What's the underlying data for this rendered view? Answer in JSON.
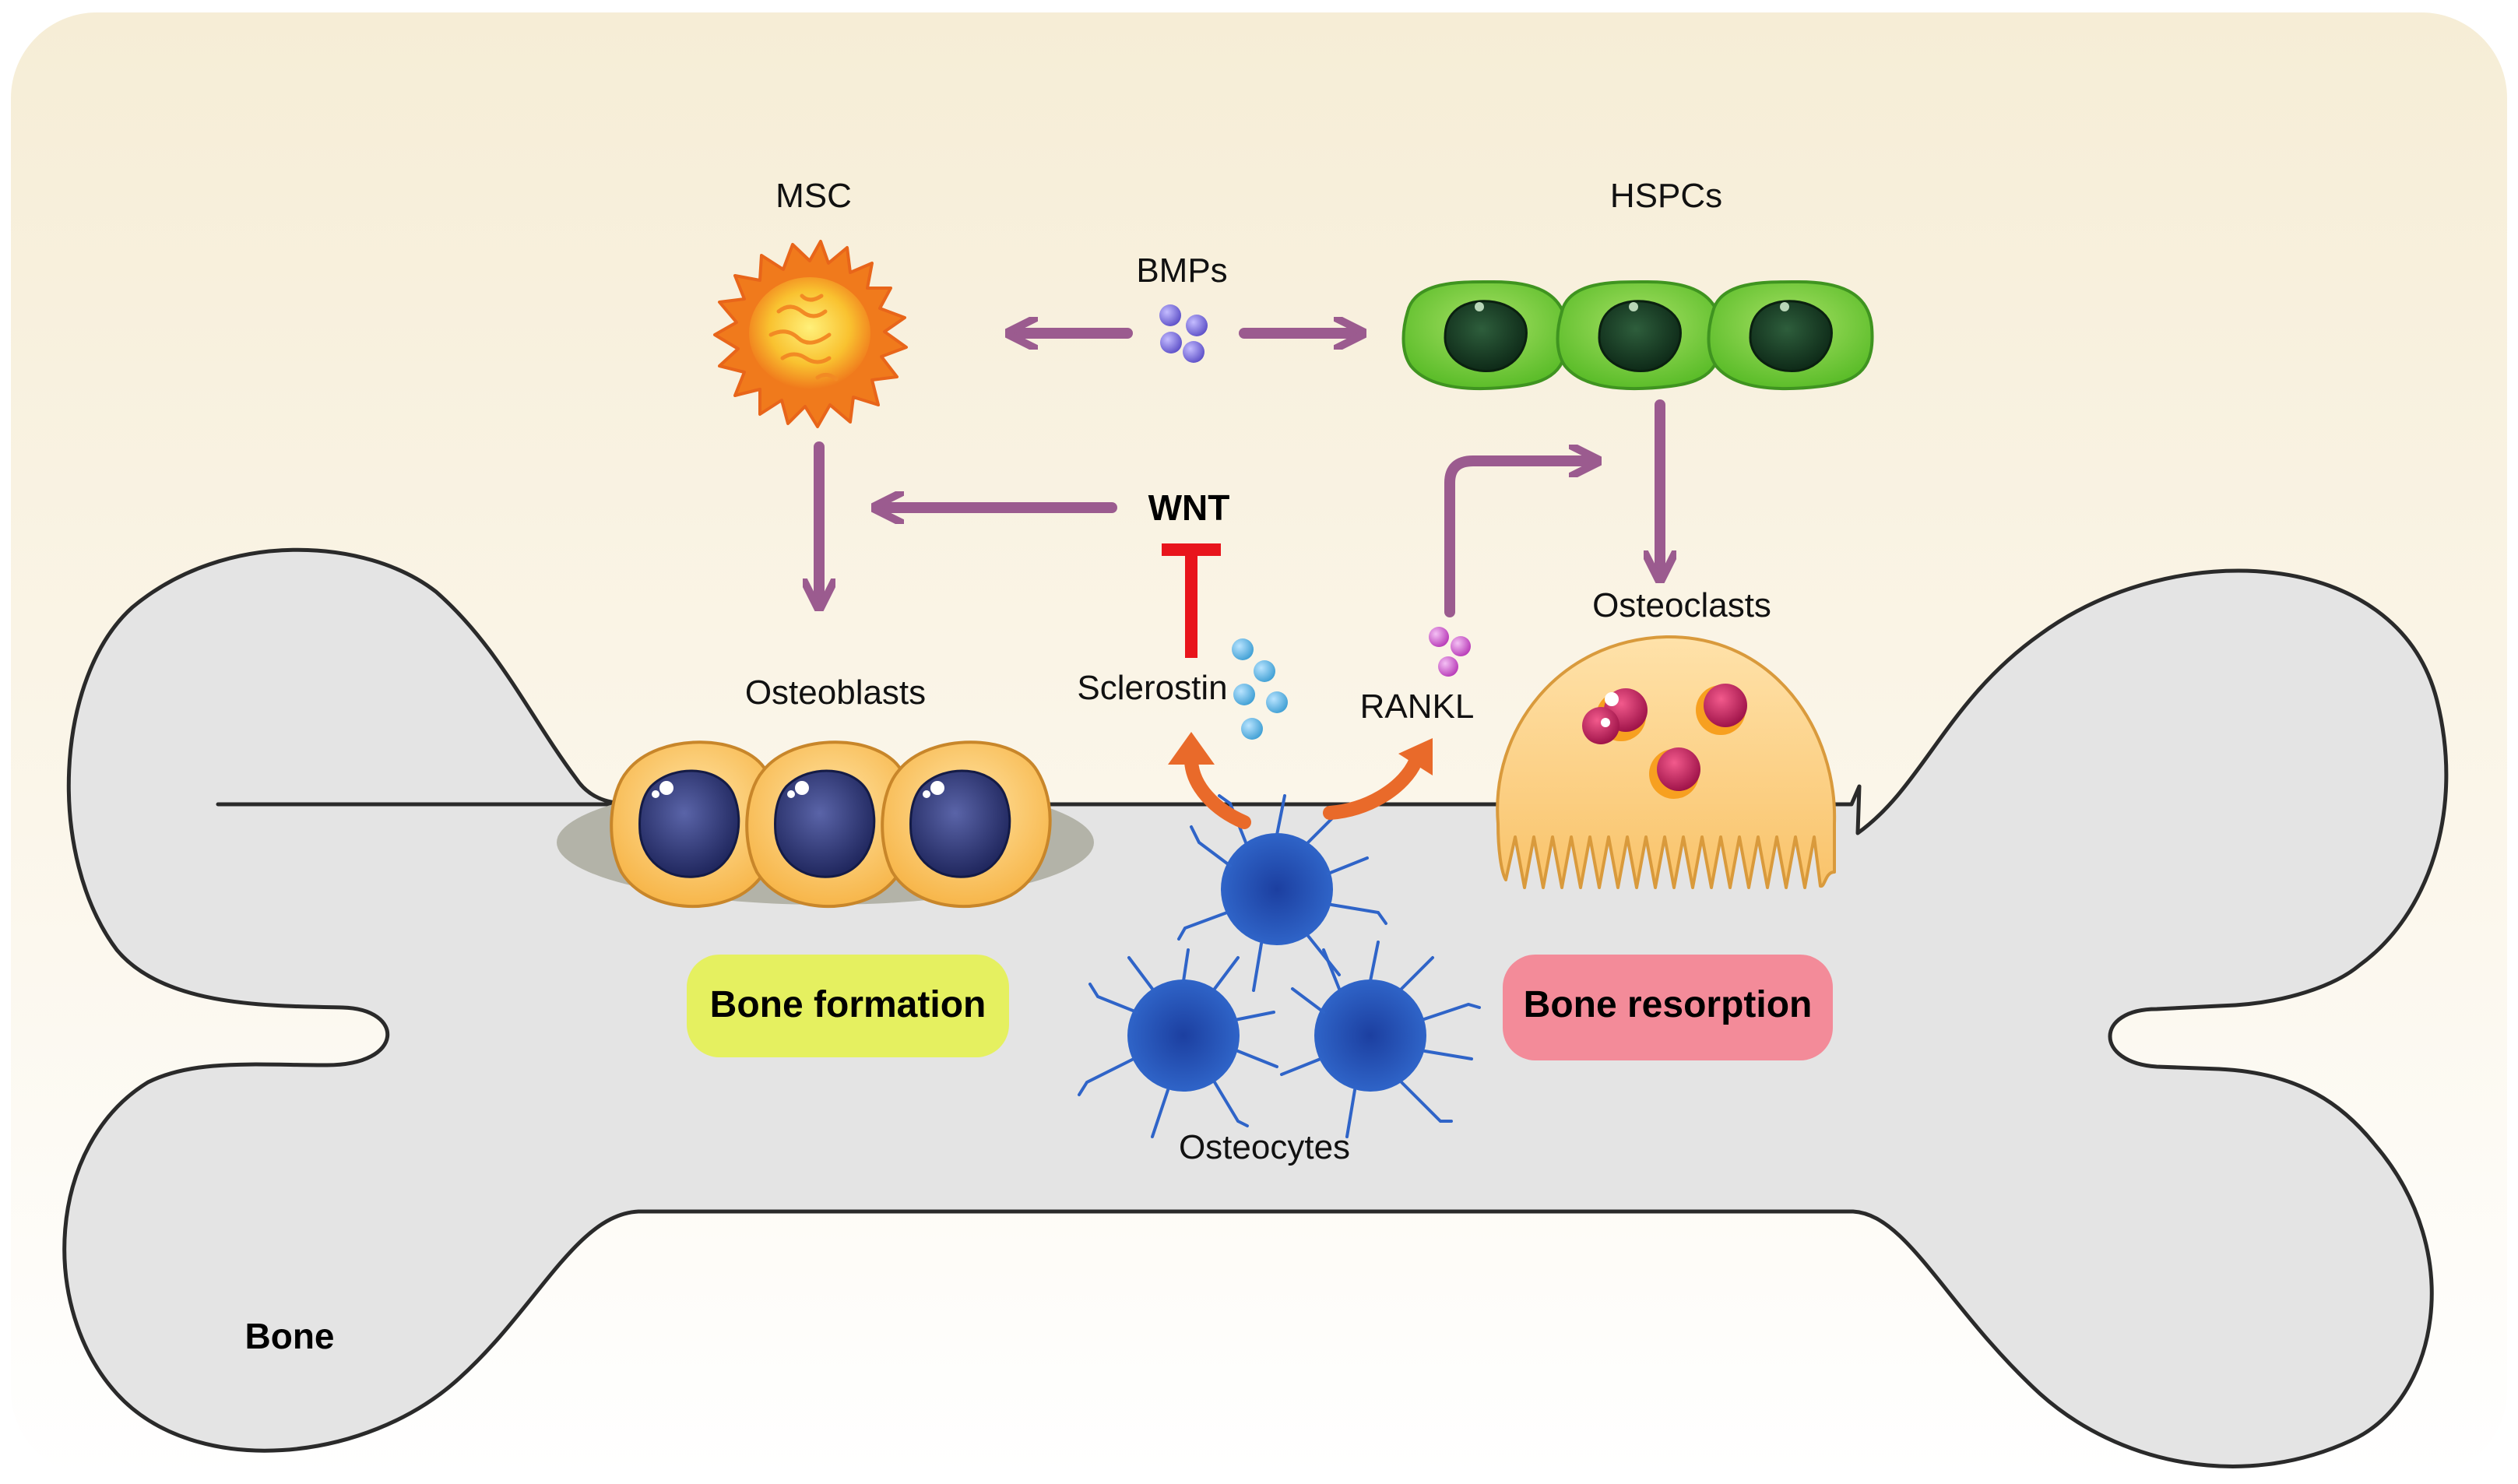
{
  "labels": {
    "msc": "MSC",
    "hspcs": "HSPCs",
    "bmps": "BMPs",
    "wnt": "WNT",
    "osteoblasts": "Osteoblasts",
    "osteoclasts": "Osteoclasts",
    "sclerostin": "Sclerostin",
    "rankl": "RANKL",
    "osteocytes": "Osteocytes",
    "bone": "Bone"
  },
  "badges": {
    "formation": "Bone formation",
    "resorption": "Bone resorption"
  },
  "colors": {
    "arrow": "#9b5b8f",
    "inhibitor": "#e8141c",
    "induce_arrow": "#e96a2a",
    "formation_badge": "#e5f060",
    "resorption_badge": "#f38b99",
    "bone_fill": "#e4e4e4",
    "bone_stroke": "#2a2a2a",
    "bmp_particle": "#5d50c8",
    "sclerostin_particle": "#3f9fd4",
    "rankl_particle": "#b83ab8"
  },
  "icons": {
    "msc": "msc-cell-icon",
    "hspcs": "hspc-cell-icon",
    "osteoblasts": "osteoblast-cell-icon",
    "osteoclast": "osteoclast-cell-icon",
    "osteocytes": "osteocyte-cell-icon"
  }
}
